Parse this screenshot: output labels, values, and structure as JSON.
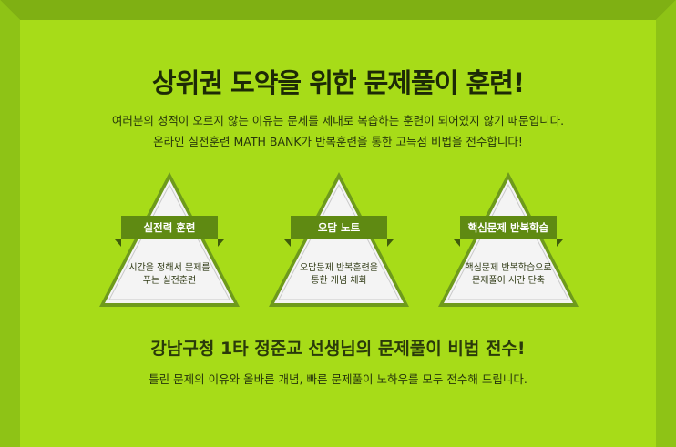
{
  "header": {
    "title": "상위권 도약을 위한 문제풀이 훈련!",
    "description_lines": [
      "여러분의 성적이 오르지 않는 이유는 문제를 제대로 복습하는 훈련이 되어있지 않기 때문입니다.",
      "온라인 실전훈련 MATH BANK가 반복훈련을 통한 고득점 비법을 전수합니다!"
    ]
  },
  "features": [
    {
      "label": "실전력 훈련",
      "text": "시간을 정해서 문제를\n푸는 실전훈련"
    },
    {
      "label": "오답 노트",
      "text": "오답문제 반복훈련을\n통한 개념 체화"
    },
    {
      "label": "핵심문제 반복학습",
      "text": "핵심문제 반복학습으로\n문제풀이 시간 단축"
    }
  ],
  "footer": {
    "title": "강남구청 1타 정준교 선생님의 문제풀이 비법 전수!",
    "description": "틀린 문제의 이유와 올바른 개념, 빠른 문제풀이 노하우를 모두 전수해 드립니다."
  },
  "colors": {
    "background": "#a7dc18",
    "frame": "#7fb013",
    "banner": "#5f8a12",
    "banner_fold": "#3f5c0b",
    "triangle_fill": "#ffffff",
    "triangle_border": "#6e9a1c"
  }
}
